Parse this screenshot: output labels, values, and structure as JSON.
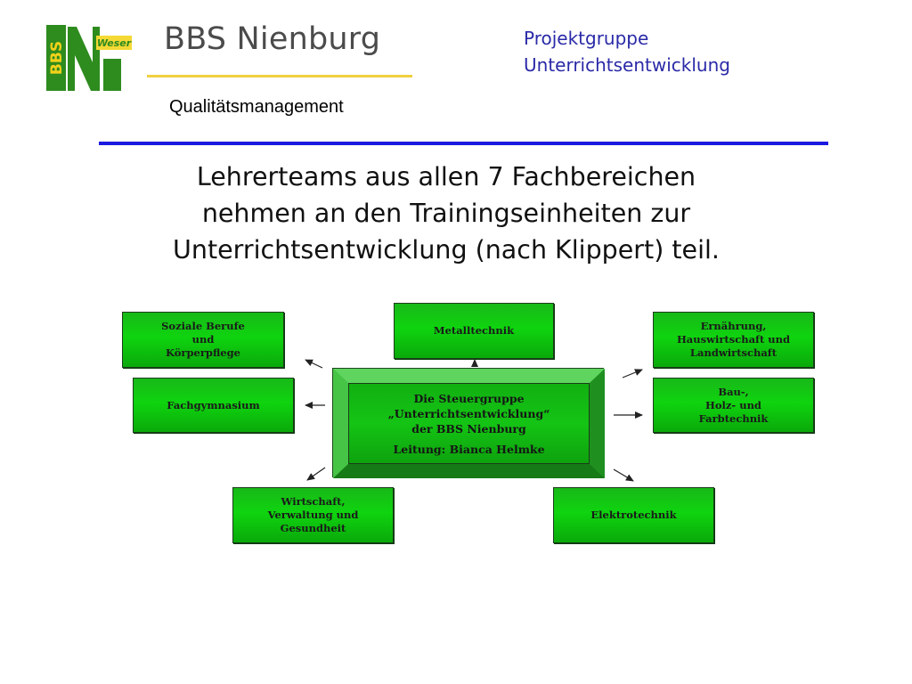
{
  "header": {
    "school_name": "BBS Nienburg",
    "subtitle": "Qualitätsmanagement",
    "project_group_line1": "Projektgruppe",
    "project_group_line2": "Unterrichtsentwicklung",
    "logo": {
      "text_vertical": "BBS",
      "text_small": "Weser",
      "colors": {
        "green": "#2e8b1e",
        "yellow": "#e8c010"
      }
    }
  },
  "headline": {
    "line1": "Lehrerteams aus allen 7 Fachbereichen",
    "line2": "nehmen an den Trainingseinheiten zur",
    "line3": "Unterrichtsentwicklung (nach Klippert) teil."
  },
  "diagram": {
    "center": {
      "line1": "Die Steuergruppe",
      "line2": "„Unterrichtsentwicklung“",
      "line3": "der BBS Nienburg",
      "leader": "Leitung: Bianca Helmke"
    },
    "departments": {
      "soziale": {
        "line1": "Soziale Berufe",
        "line2": "und",
        "line3": "Körperpflege"
      },
      "fachgymnasium": {
        "line1": "Fachgymnasium"
      },
      "wirtschaft": {
        "line1": "Wirtschaft,",
        "line2": "Verwaltung und",
        "line3": "Gesundheit"
      },
      "metalltechnik": {
        "line1": "Metalltechnik"
      },
      "ernaehrung": {
        "line1": "Ernährung,",
        "line2": "Hauswirtschaft und",
        "line3": "Landwirtschaft"
      },
      "bau": {
        "line1": "Bau-,",
        "line2": "Holz- und",
        "line3": "Farbtechnik"
      },
      "elektrotechnik": {
        "line1": "Elektrotechnik"
      }
    },
    "colors": {
      "box_green": "#10c010",
      "arrow": "#222222"
    }
  }
}
